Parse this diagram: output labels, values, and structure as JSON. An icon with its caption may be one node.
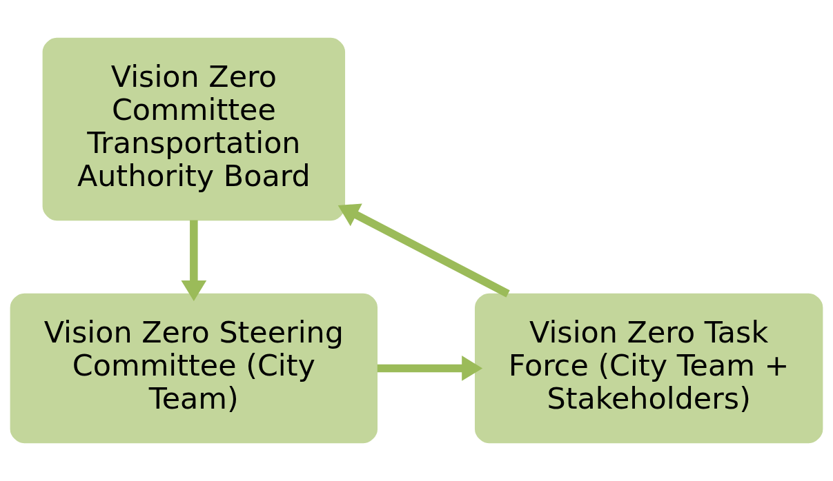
{
  "diagram": {
    "nodes": [
      {
        "text": [
          "Vision Zero Committee Transportation Authority Board"
        ]
      },
      {
        "text": [
          "Vision Zero Steering Committee (City Team)"
        ]
      },
      {
        "text": [
          "Vision Zero Task Force (City Team + Stakeholders)"
        ]
      }
    ],
    "edges": [
      {
        "from": 0,
        "to": 1,
        "arrow": "to"
      },
      {
        "from": 1,
        "to": 2,
        "arrow": "to"
      },
      {
        "from": 2,
        "to": 0,
        "arrow": "to"
      }
    ]
  }
}
